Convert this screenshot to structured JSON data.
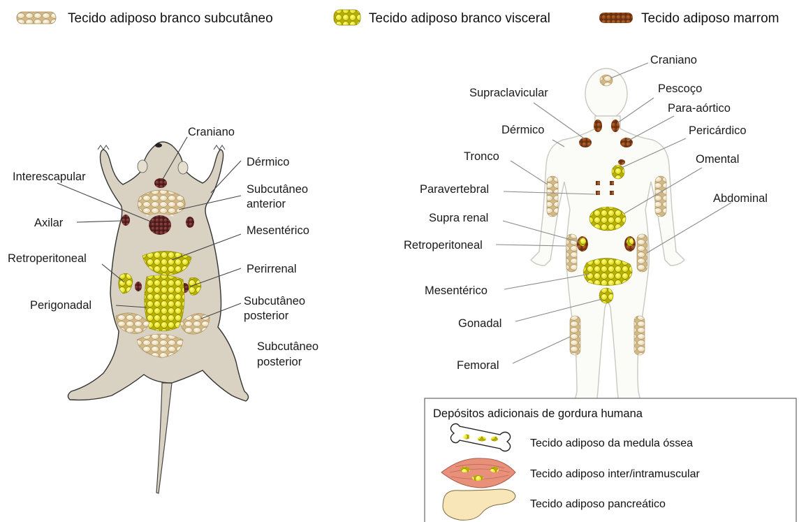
{
  "colors": {
    "subcutaneous_white": "#f3e6c6",
    "visceral_white": "#ecec1a",
    "brown": "#8b4a22",
    "mouse_brown": "#6e2f2f",
    "mouse_body": "#d9d2c2",
    "human_outline": "#c9c9c0"
  },
  "legend": {
    "subcutaneous": "Tecido adiposo branco subcutâneo",
    "visceral": "Tecido adiposo branco visceral",
    "brown": "Tecido adiposo marrom"
  },
  "mouse_labels": {
    "craniano": "Craniano",
    "dermico": "Dérmico",
    "interescapular": "Interescapular",
    "subcutaneo_anterior_1": "Subcutâneo",
    "subcutaneo_anterior_2": "anterior",
    "axilar": "Axilar",
    "mesenterico": "Mesentérico",
    "retroperitoneal": "Retroperitoneal",
    "perirrenal": "Perirrenal",
    "perigonadal": "Perigonadal",
    "subcutaneo_posterior_a1": "Subcutâneo",
    "subcutaneo_posterior_a2": "posterior",
    "subcutaneo_posterior_b1": "Subcutâneo",
    "subcutaneo_posterior_b2": "posterior"
  },
  "human_labels": {
    "craniano": "Craniano",
    "supraclavicular": "Supraclavicular",
    "pescoco": "Pescoço",
    "para_aortico": "Para-aórtico",
    "dermico": "Dérmico",
    "pericardico": "Pericárdico",
    "tronco": "Tronco",
    "omental": "Omental",
    "paravertebral": "Paravertebral",
    "abdominal": "Abdominal",
    "supra_renal": "Supra renal",
    "retroperitoneal": "Retroperitoneal",
    "mesenterico": "Mesentérico",
    "gonadal": "Gonadal",
    "femoral": "Femoral"
  },
  "additional_box": {
    "title": "Depósitos adicionais de gordura humana",
    "items": [
      {
        "icon": "bone-icon",
        "label": "Tecido adiposo da medula óssea"
      },
      {
        "icon": "muscle-icon",
        "label": "Tecido adiposo inter/intramuscular"
      },
      {
        "icon": "pancreas-icon",
        "label": "Tecido adiposo pancreático"
      }
    ]
  }
}
